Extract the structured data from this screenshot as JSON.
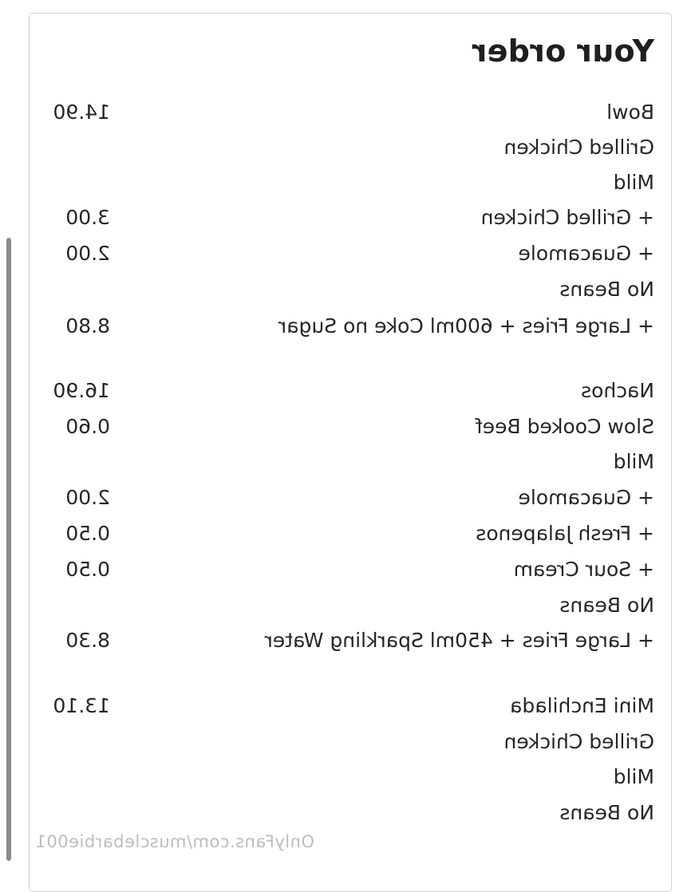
{
  "order": {
    "title": "Your order",
    "items": [
      {
        "label": "Bowl",
        "price": "14.90"
      },
      {
        "label": "Grilled Chicken",
        "price": ""
      },
      {
        "label": "Mild",
        "price": ""
      },
      {
        "label": "+ Grilled Chicken",
        "price": "3.00"
      },
      {
        "label": "+ Guacamole",
        "price": "2.00"
      },
      {
        "label": "No Beans",
        "price": ""
      },
      {
        "label": "+ Large Fries + 600ml Coke no Sugar",
        "price": "8.80"
      },
      {
        "label": "Nachos",
        "price": "16.90"
      },
      {
        "label": "Slow Cooked Beef",
        "price": "0.60"
      },
      {
        "label": "Mild",
        "price": ""
      },
      {
        "label": "+ Guacamole",
        "price": "2.00"
      },
      {
        "label": "+ Fresh Jalapenos",
        "price": "0.50"
      },
      {
        "label": "+ Sour Cream",
        "price": "0.50"
      },
      {
        "label": "No Beans",
        "price": ""
      },
      {
        "label": "+ Large Fries + 450ml Sparkling Water",
        "price": "8.30"
      },
      {
        "label": "Mini Enchilada",
        "price": "13.10"
      },
      {
        "label": "Grilled Chicken",
        "price": ""
      },
      {
        "label": "Mild",
        "price": ""
      },
      {
        "label": "No Beans",
        "price": ""
      }
    ]
  },
  "watermark": "OnlyFans.com/musclebarbie001"
}
